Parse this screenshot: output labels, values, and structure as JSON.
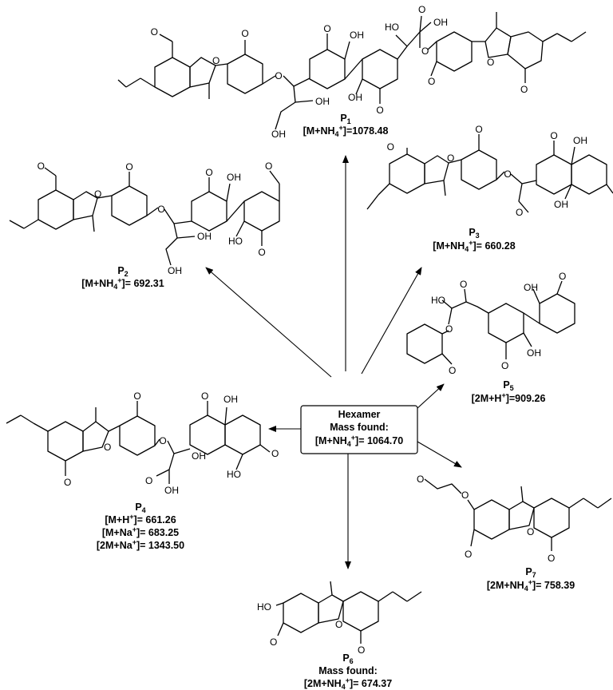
{
  "center": {
    "title": "Hexamer",
    "line2": "Mass found:",
    "line3_prefix": "[M+NH",
    "line3_sub": "4",
    "line3_sup": "+",
    "line3_suffix": "]= 1064.70"
  },
  "products": {
    "p1": {
      "name": "P",
      "sub": "1",
      "mass_prefix": "[M+NH",
      "mass_sub": "4",
      "mass_sup": "+",
      "mass_suffix": "]=1078.48"
    },
    "p2": {
      "name": "P",
      "sub": "2",
      "mass_prefix": "[M+NH",
      "mass_sub": "4",
      "mass_sup": "+",
      "mass_suffix": "]= 692.31"
    },
    "p3": {
      "name": "P",
      "sub": "3",
      "mass_prefix": "[M+NH",
      "mass_sub": "4",
      "mass_sup": "+",
      "mass_suffix": "]= 660.28"
    },
    "p4": {
      "name": "P",
      "sub": "4",
      "m1_prefix": "[M+H",
      "m1_sup": "+",
      "m1_suffix": "]= 661.26",
      "m2_prefix": "[M+Na",
      "m2_sup": "+",
      "m2_suffix": "]= 683.25",
      "m3_prefix": "[2M+Na",
      "m3_sup": "+",
      "m3_suffix": "]= 1343.50"
    },
    "p5": {
      "name": "P",
      "sub": "5",
      "mass_prefix": "[2M+H",
      "mass_sup": "+",
      "mass_suffix": "]=909.26"
    },
    "p6": {
      "name": "P",
      "sub": "6",
      "found": "Mass found:",
      "mass_prefix": "[2M+NH",
      "mass_sub": "4",
      "mass_sup": "+",
      "mass_suffix": "]= 674.37"
    },
    "p7": {
      "name": "P",
      "sub": "7",
      "mass_prefix": "[2M+NH",
      "mass_sub": "4",
      "mass_sup": "+",
      "mass_suffix": "]= 758.39"
    }
  },
  "atoms": {
    "oh": "OH",
    "o": "O",
    "ho": "HO",
    "ho_hyphen": "HO"
  }
}
